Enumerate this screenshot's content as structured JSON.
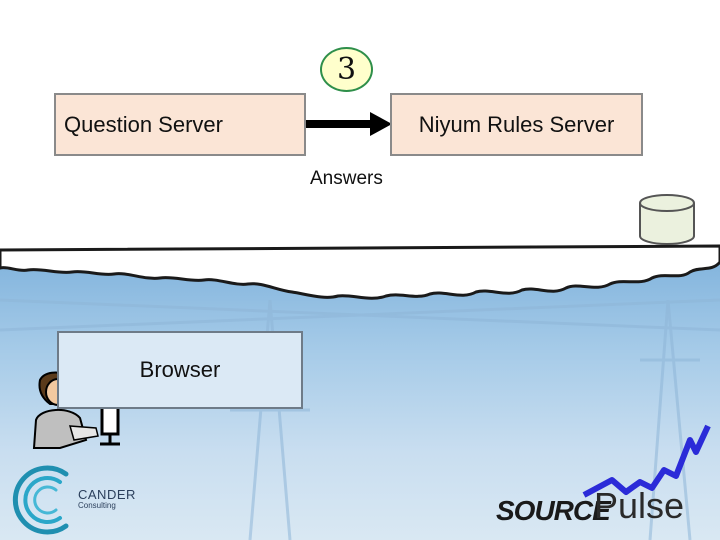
{
  "diagram": {
    "step_number": "3",
    "question_server_label": "Question Server",
    "niyum_server_label": "Niyum Rules Server",
    "answers_label": "Answers",
    "browser_label": "Browser"
  },
  "logos": {
    "cander_name": "CANDER",
    "cander_tagline": "Consulting",
    "sourcepulse_source": "SOURCE",
    "sourcepulse_pulse": "Pulse"
  },
  "colors": {
    "server_box_fill": "#fbe5d6",
    "browser_box_fill": "#dbe9f5",
    "database_fill": "#ebf1de",
    "step_circle_fill": "#ffffcc",
    "step_circle_border": "#2f8f4a",
    "pulse_blue": "#2b2bd8"
  },
  "icons": [
    "database-icon",
    "arrow-icon",
    "user-at-computer-icon",
    "cander-logo-icon",
    "sourcepulse-logo-icon"
  ]
}
